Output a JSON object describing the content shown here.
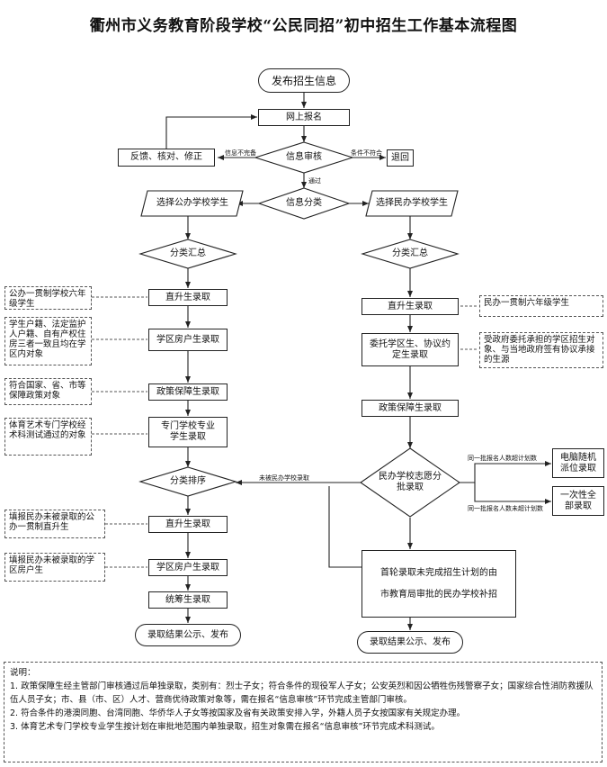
{
  "title": "衢州市义务教育阶段学校“公民同招”初中招生工作基本流程图",
  "nodes": {
    "publish": "发布招生信息",
    "online_apply": "网上报名",
    "feedback": "反馈、核对、修正",
    "info_review": "信息审核",
    "return": "退回",
    "info_classify": "信息分类",
    "choose_public": "选择公办学校学生",
    "choose_private": "选择民办学校学生",
    "summary_left": "分类汇总",
    "summary_right": "分类汇总",
    "direct_admit_left": "直升生录取",
    "district_admit_left": "学区房户生录取",
    "policy_admit_left": "政策保障生录取",
    "special_admit": "专门学校专业学生录取",
    "sort": "分类排序",
    "direct_admit_left2": "直升生录取",
    "district_admit_left2": "学区房户生录取",
    "coordinate_admit": "统筹生录取",
    "result_left": "录取结果公示、发布",
    "direct_admit_right": "直升生录取",
    "entrust_admit": "委托学区生、协议约定生录取",
    "policy_admit_right": "政策保障生录取",
    "private_lottery": "民办学校志愿分批录取",
    "computer_lottery": "电脑随机派位录取",
    "one_time_admit": "一次性全部录取",
    "supplement": "首轮录取未完成招生计划的由市教育局审批的民办学校补招",
    "result_right": "录取结果公示、发布"
  },
  "labels": {
    "info_incomplete": "信息不完备",
    "condition_not_met": "条件不符合",
    "passed": "通过",
    "not_admitted_private": "未被民办学校录取",
    "over_plan": "同一批报名人数超计划数",
    "under_plan": "同一批报名人数未超计划数"
  },
  "notes": {
    "public_six_grade": "公办一贯制学校六年级学生",
    "district_house": "学生户籍、法定监护人户籍、自有产权住房三者一致且均在学区内对象",
    "policy_objects": "符合国家、省、市等保障政策对象",
    "sports_art": "体育艺术专门学校经术科测试通过的对象",
    "fill_private_direct": "填报民办未被录取的公办一贯制直升生",
    "fill_private_district": "填报民办未被录取的学区房户生",
    "private_six_grade": "民办一贯制六年级学生",
    "entrust_objects": "受政府委托承担的学区招生对象、与当地政府签有协议承接的生源"
  },
  "explanation": {
    "heading": "说明：",
    "items": [
      "1. 政策保障生经主管部门审核通过后单独录取，类别有：烈士子女；符合条件的现役军人子女；公安英烈和因公牺牲伤残警察子女；国家综合性消防救援队伍人员子女；市、县（市、区）人才、营商优待政策对象等，需在报名“信息审核”环节完成主管部门审核。",
      "2. 符合条件的港澳同胞、台湾同胞、华侨华人子女等按国家及省有关政策安排入学，外籍人员子女按国家有关规定办理。",
      "3. 体育艺术专门学校专业学生按计划在审批地范围内单独录取，招生对象需在报名“信息审核”环节完成术科测试。"
    ]
  }
}
